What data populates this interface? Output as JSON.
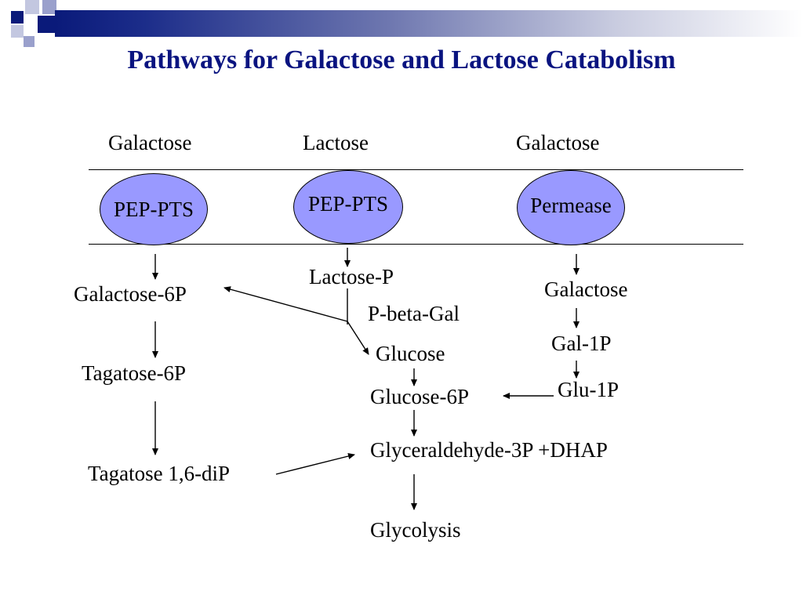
{
  "slide": {
    "title": "Pathways for Galactose and Lactose Catabolism",
    "colors": {
      "title": "#0a1480",
      "transporter_fill": "#9999ff",
      "decor_dark": "#0a1a7a",
      "decor_light": "#9aa0cc"
    }
  },
  "substrates": {
    "left": "Galactose",
    "middle": "Lactose",
    "right": "Galactose"
  },
  "transporters": {
    "left": "PEP-PTS",
    "middle": "PEP-PTS",
    "right": "Permease"
  },
  "metabolites": {
    "galactose_6p": "Galactose-6P",
    "tagatose_6p": "Tagatose-6P",
    "tagatose_16dip": "Tagatose 1,6-diP",
    "lactose_p": "Lactose-P",
    "enzyme_pbetagal": "P-beta-Gal",
    "glucose": "Glucose",
    "glucose_6p": "Glucose-6P",
    "glyceraldehyde_dhap": "Glyceraldehyde-3P +DHAP",
    "glycolysis": "Glycolysis",
    "galactose_internal": "Galactose",
    "gal_1p": "Gal-1P",
    "glu_1p": "Glu-1P"
  }
}
